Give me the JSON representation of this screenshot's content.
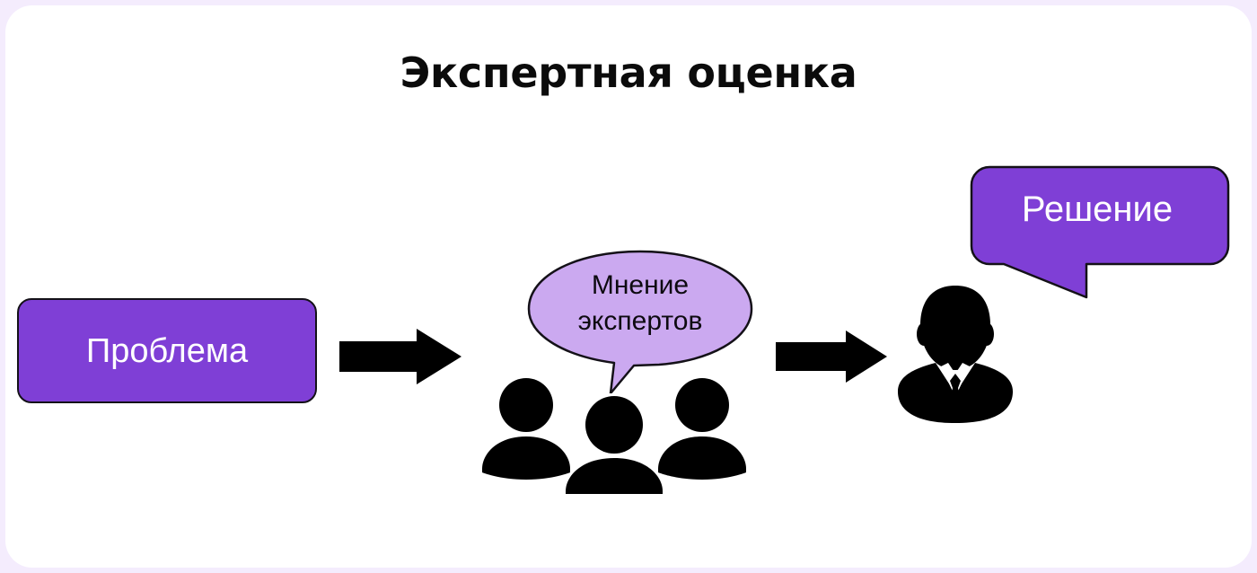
{
  "page": {
    "background_color": "#f4ecfd",
    "card_color": "#ffffff"
  },
  "title": "Экспертная оценка",
  "palette": {
    "purple_solid": "#7f3fd6",
    "purple_light": "#cba9f0",
    "outline": "#141118",
    "text_light": "#ffffff",
    "text_dark": "#0d0a10"
  },
  "nodes": {
    "problem": {
      "label": "Проблема",
      "fill": "#7f3fd6",
      "text_color": "#ffffff",
      "shape": "rounded-rectangle"
    },
    "opinion": {
      "line1": "Мнение",
      "line2": "экспертов",
      "fill": "#cba9f0",
      "text_color": "#0d0a10",
      "shape": "oval-speech-bubble"
    },
    "decision": {
      "label": "Решение",
      "fill": "#7f3fd6",
      "text_color": "#ffffff",
      "shape": "rounded-speech-bubble"
    }
  },
  "icons": {
    "experts": "three-people-icon",
    "decision_maker": "businessman-icon",
    "arrow_one": "right-arrow-icon",
    "arrow_two": "right-arrow-icon"
  },
  "flow": {
    "steps": [
      "Проблема",
      "Мнение экспертов",
      "Решение"
    ],
    "arrow_color": "#000000"
  }
}
